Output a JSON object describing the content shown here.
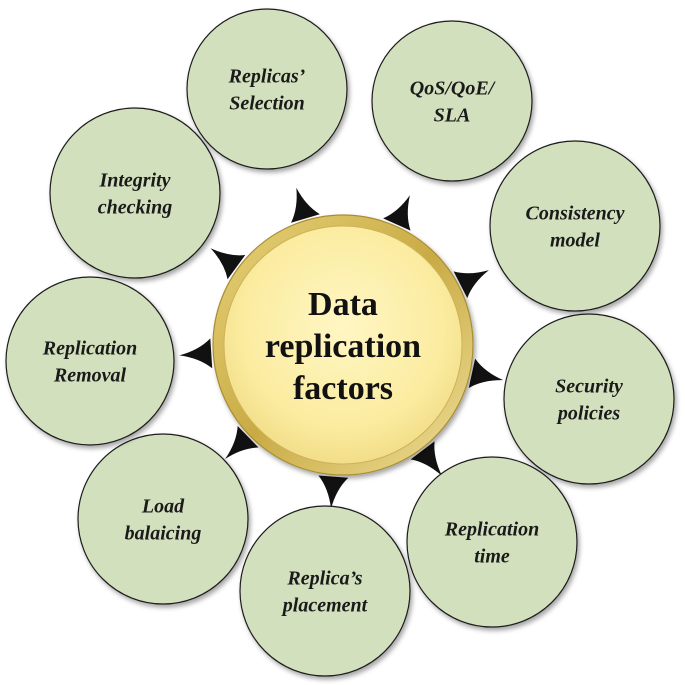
{
  "center": {
    "lines": [
      "Data",
      "replication",
      "factors"
    ]
  },
  "nodes": [
    {
      "id": "replicas-selection",
      "lines": [
        "Replicas’",
        "Selection"
      ]
    },
    {
      "id": "qos-qoe-sla",
      "lines": [
        "QoS/QoE/",
        "SLA"
      ]
    },
    {
      "id": "consistency-model",
      "lines": [
        "Consistency",
        "model"
      ]
    },
    {
      "id": "security-policies",
      "lines": [
        "Security",
        "policies"
      ]
    },
    {
      "id": "replication-time",
      "lines": [
        "Replication",
        "time"
      ]
    },
    {
      "id": "replicas-placement",
      "lines": [
        "Replica’s",
        "placement"
      ]
    },
    {
      "id": "load-balaicing",
      "lines": [
        "Load",
        "balaicing"
      ]
    },
    {
      "id": "replication-removal",
      "lines": [
        "Replication",
        "Removal"
      ]
    },
    {
      "id": "integrity-checking",
      "lines": [
        "Integrity",
        "checking"
      ]
    }
  ],
  "colors": {
    "node_fill": "#d3e0bd",
    "node_stroke": "#1c1c1c",
    "center_fill": "#fbeca0",
    "center_ring": "#d9bf5e",
    "arrow": "#111111"
  }
}
